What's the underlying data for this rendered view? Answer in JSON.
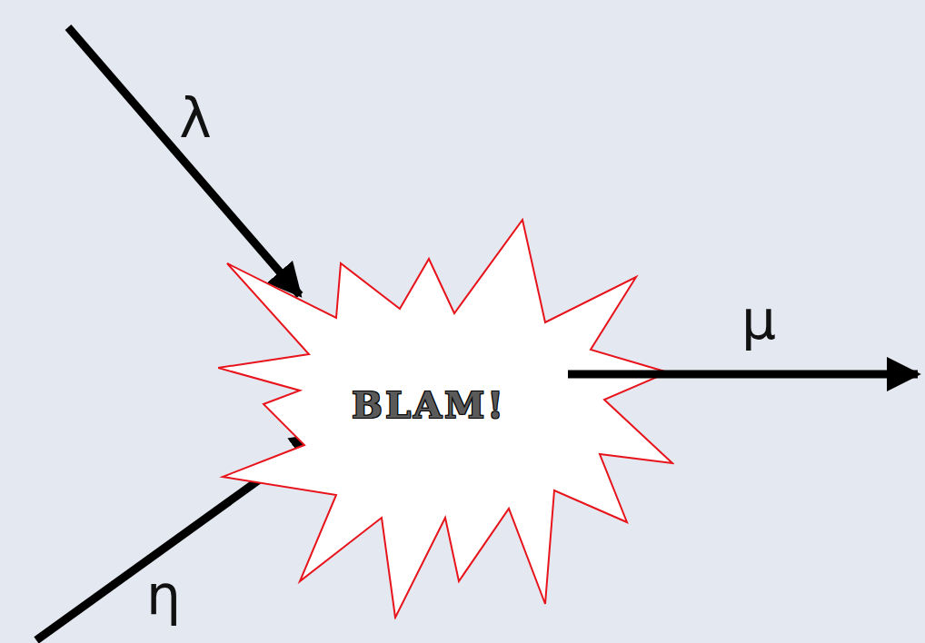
{
  "diagram": {
    "nodes": [
      {
        "text": [
          "BLAM!"
        ]
      }
    ],
    "labels": [
      "λ",
      "η",
      "μ"
    ]
  }
}
